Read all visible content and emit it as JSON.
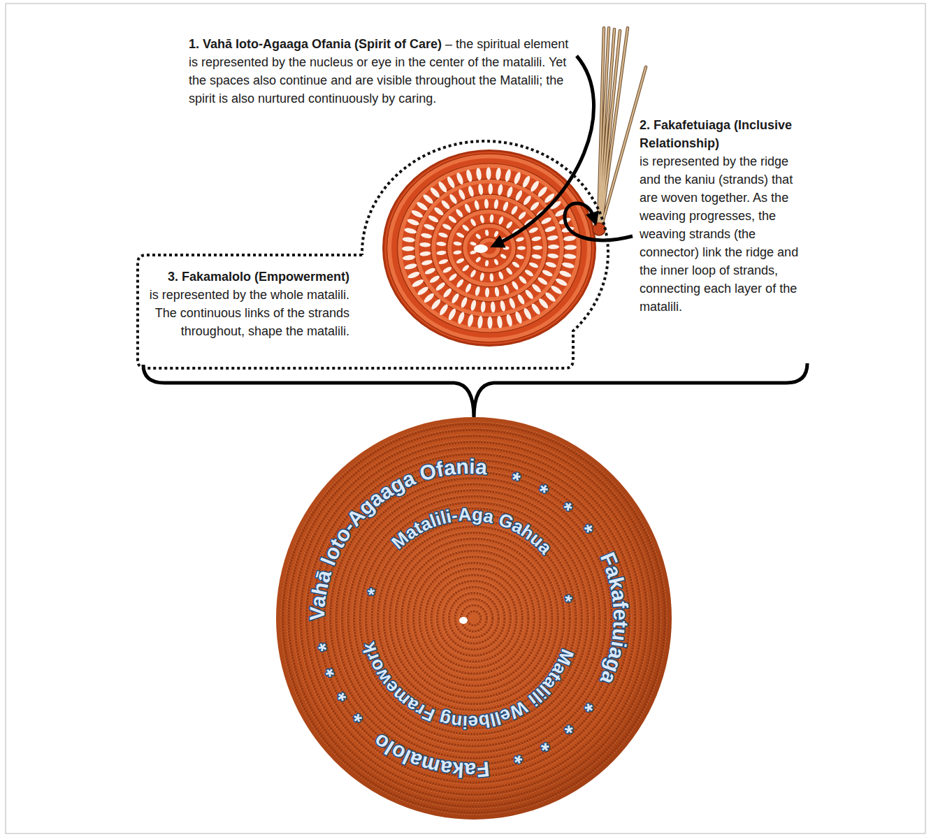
{
  "diagram": {
    "nodes": [
      {
        "text": [
          "3. Fakamalolo (Empowerment)",
          "is represented by the whole matalili. The continuous links of the strands throughout, shape the matalili."
        ]
      },
      {
        "text": [
          "Vahā loto-Agaaga Ofania",
          "Matalili-Aga Gahua",
          "Fakafetuiaga",
          "Matalili Wellbeing Framework",
          "Fakamalolo"
        ]
      }
    ],
    "labels": [
      "1. Vahā loto-Agaaga Ofania (Spirit of Care)",
      "– the spiritual element is represented by the nucleus or eye in the center of the matalili. Yet the spaces also continue and are visible throughout the Matalili; the spirit is also nurtured continuously by caring.",
      "2. Fakafetuiaga (Inclusive Relationship)",
      "is represented by the ridge and the kaniu (strands) that are woven together. As the weaving progresses, the weaving strands (the connector) link the ridge and the inner loop of strands, connecting each layer of the matalili.",
      "*",
      "*",
      "*",
      "*",
      "*",
      "*",
      "*",
      "*",
      "*",
      "*",
      "*",
      "*",
      "*",
      "*"
    ]
  }
}
